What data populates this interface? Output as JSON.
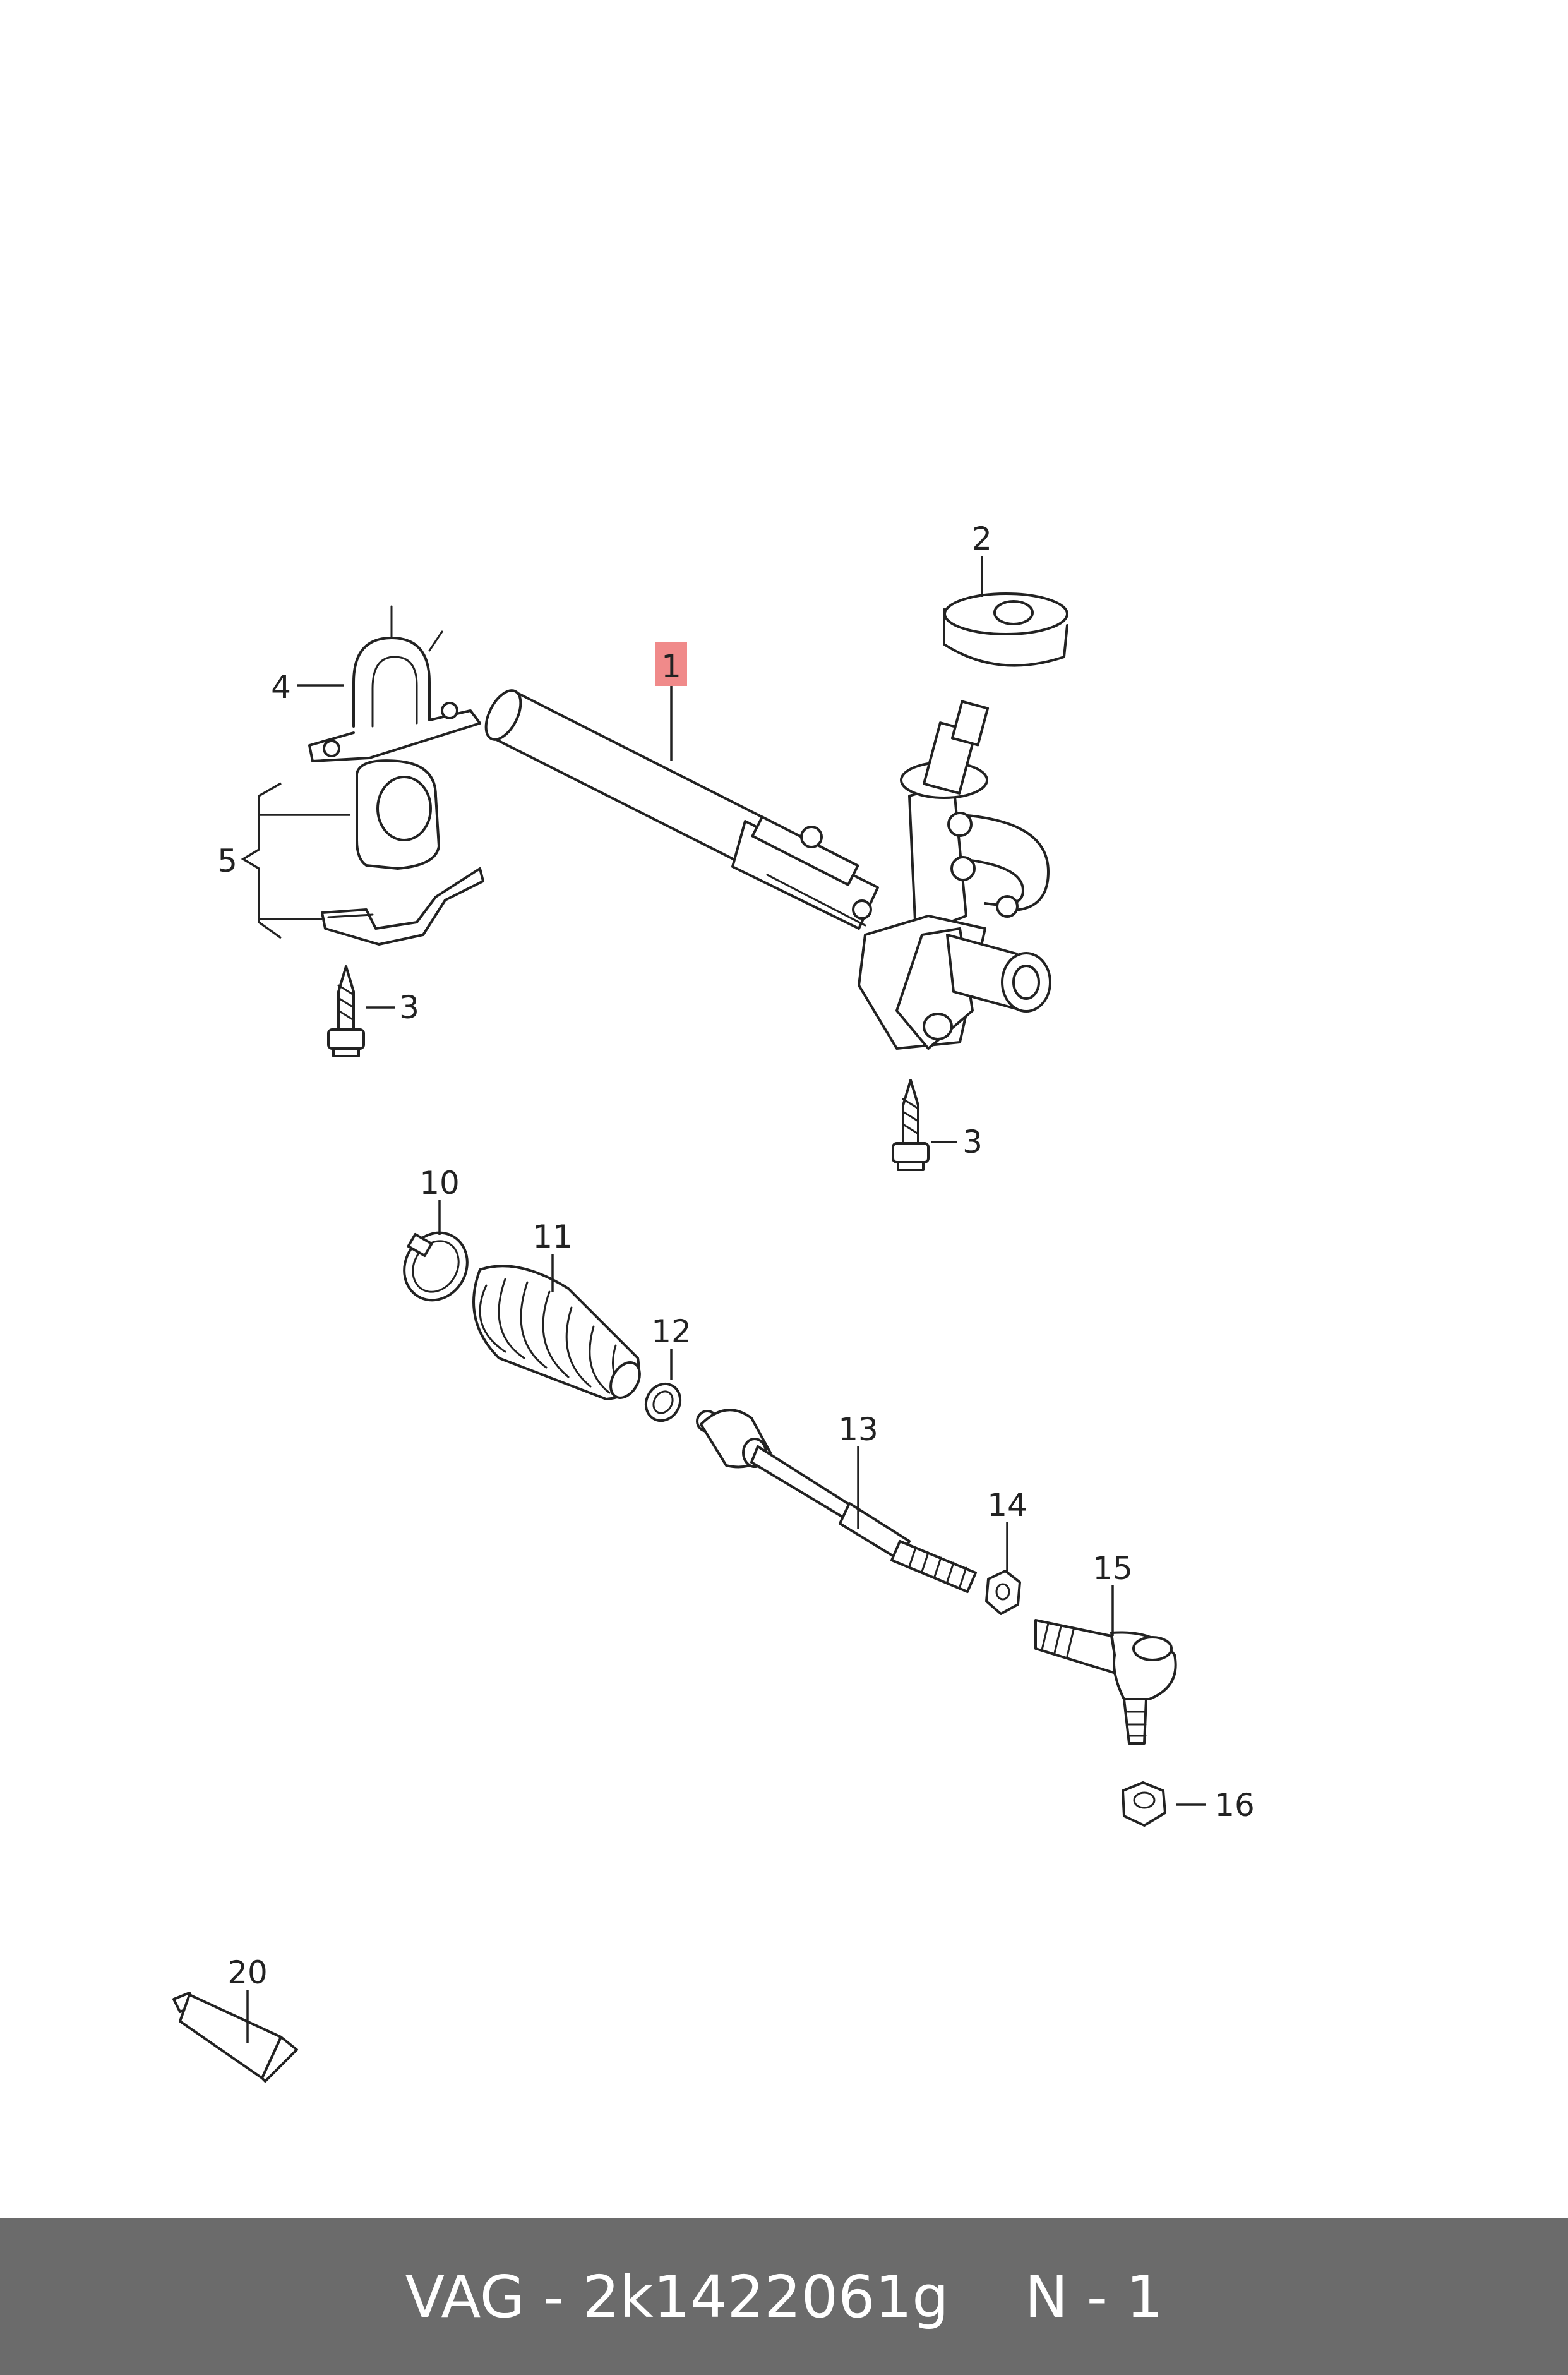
{
  "callouts": {
    "c1": "1",
    "c2": "2",
    "c3a": "3",
    "c3b": "3",
    "c4": "4",
    "c5": "5",
    "c10": "10",
    "c11": "11",
    "c12": "12",
    "c13": "13",
    "c14": "14",
    "c15": "15",
    "c16": "16",
    "c20": "20"
  },
  "highlight_color": "#f08a8a",
  "footer": {
    "brand_part": "VAG - 2k1422061g",
    "qty": "N - 1"
  },
  "footer_color": "#6b6b6b",
  "icons": [
    "steering-rack",
    "bearing-bush",
    "bolt",
    "clamp",
    "mount-bracket",
    "hose-clip",
    "gaiter",
    "tie-rod",
    "nut",
    "tie-rod-end",
    "grease-tube"
  ]
}
